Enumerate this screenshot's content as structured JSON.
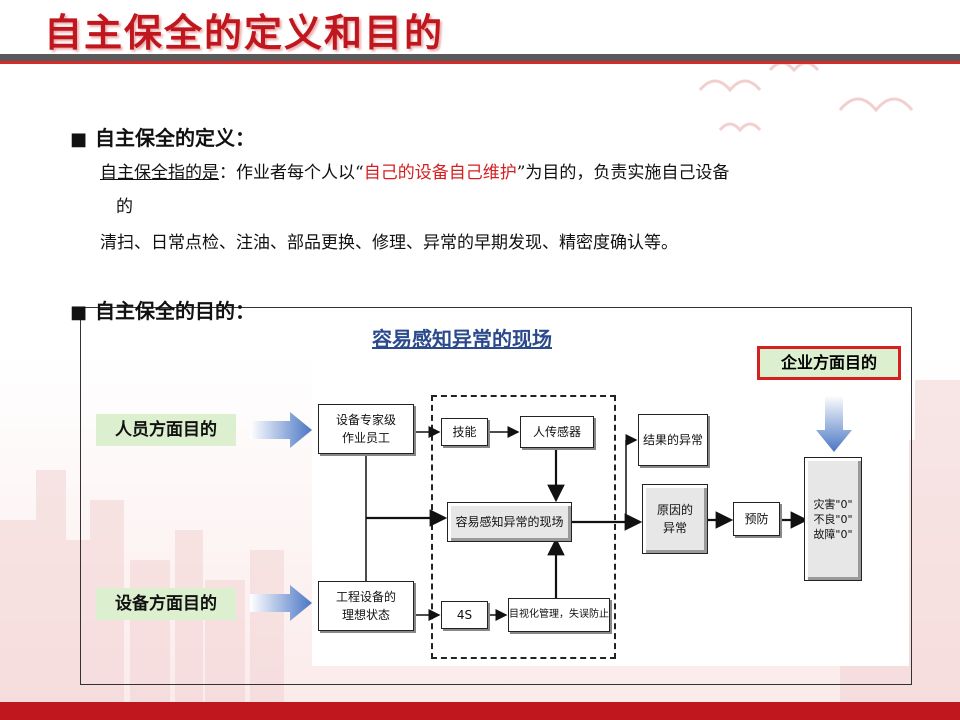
{
  "header": {
    "title": "自主保全的定义和目的"
  },
  "definition": {
    "heading": "自主保全的定义：",
    "lead": "自主保全指的是",
    "colon": "：作业者每个人以“",
    "highlight": "自己的设备自己维护",
    "rest": "”为目的，负责实施自己设备",
    "wrap": "的",
    "line2": "清扫、日常点检、注油、部品更换、修理、异常的早期发现、精密度确认等。"
  },
  "purpose": {
    "heading": "自主保全的目的："
  },
  "diagram": {
    "title": "容易感知异常的现场",
    "left_labels": [
      "人员方面目的",
      "设备方面目的"
    ],
    "enterprise_label": "企业方面目的",
    "boxes": {
      "expert_operator": "设备专家级\n作业员工",
      "skill": "技能",
      "human_sensor": "人传感器",
      "easy_detect": "容易感知异常的现场",
      "ideal_state": "工程设备的\n理想状态",
      "four_s": "4S",
      "visual_mgmt": "目视化管理，失误防止",
      "result_abnormal": "结果的异常",
      "cause_abnormal": "原因的\n异常",
      "prevention": "预防",
      "zero": "灾害\"0\"\n不良\"0\"\n故障\"0\""
    }
  },
  "colors": {
    "title_red": "#c0161e",
    "accent_red": "#d42020",
    "label_green": "#dcefcf",
    "arrow_blue": "#4a76c4",
    "diagram_title_blue": "#2a4a8c"
  }
}
